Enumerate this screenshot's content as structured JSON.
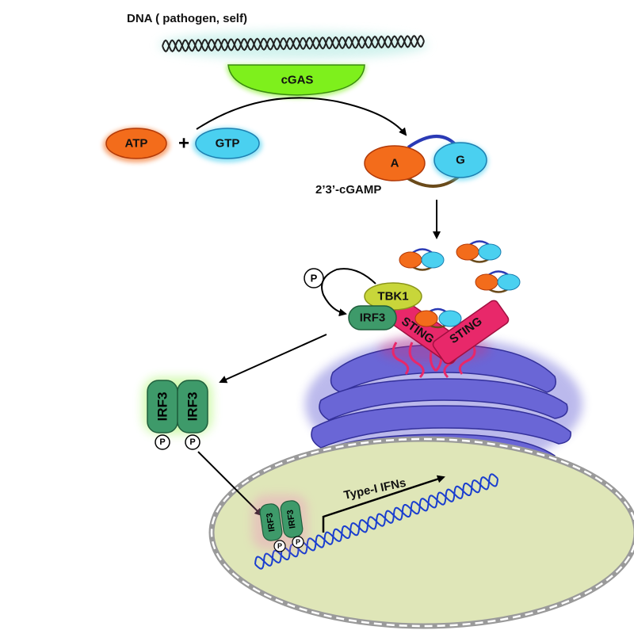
{
  "labels": {
    "dna_title": "DNA ( pathogen, self)",
    "cgas": "cGAS",
    "atp": "ATP",
    "plus": "+",
    "gtp": "GTP",
    "a": "A",
    "g": "G",
    "cgamp": "2’3’-cGAMP",
    "p": "P",
    "tbk1": "TBK1",
    "irf3": "IRF3",
    "sting": "STING",
    "type_i_ifns": "Type-I IFNs"
  },
  "colors": {
    "cgas_green": "#7ef01c",
    "atp_orange": "#f36c1b",
    "gtp_blue": "#4ad0f0",
    "irf3_green": "#3e9a6a",
    "tbk1_yellow": "#c8d63a",
    "sting_pink": "#e8286a",
    "golgi_purple": "#6a66d6",
    "nucleus_fill": "#dfe6b8",
    "dna_blue": "#1a3ecf"
  }
}
